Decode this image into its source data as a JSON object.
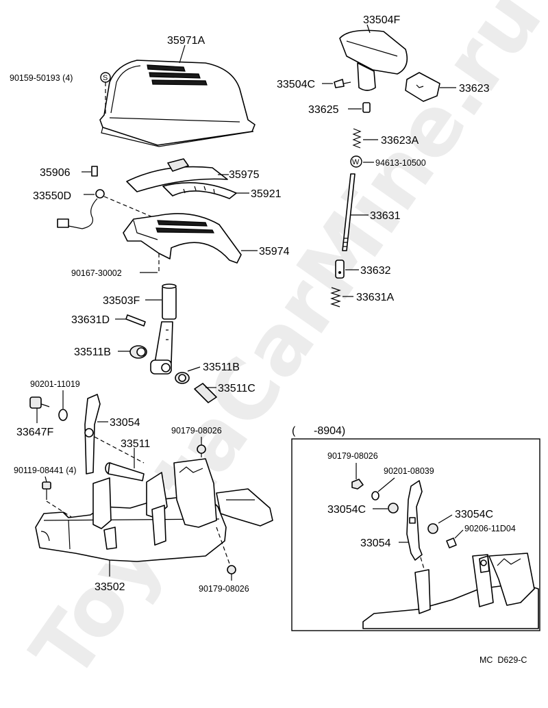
{
  "watermark": "ToyotaCarMine.ru",
  "diagram_code": "MC  D629-C",
  "inset": {
    "range_label": "(      -8904)"
  },
  "labels": {
    "p35971A": "35971A",
    "p90159": "90159-50193 (4)",
    "p35906": "35906",
    "p33550D": "33550D",
    "p35975": "35975",
    "p35921": "35921",
    "p35974": "35974",
    "p90167": "90167-30002",
    "p33503F": "33503F",
    "p33631D": "33631D",
    "p33511B_l": "33511B",
    "p33511B_r": "33511B",
    "p33511C": "33511C",
    "p90201_11019": "90201-11019",
    "p33647F": "33647F",
    "p33054": "33054",
    "p33511": "33511",
    "p90179_a": "90179-08026",
    "p90119": "90119-08441 (4)",
    "p33502": "33502",
    "p90179_b": "90179-08026",
    "p33504F": "33504F",
    "p33504C": "33504C",
    "p33623": "33623",
    "p33625": "33625",
    "p33623A": "33623A",
    "p94613": "94613-10500",
    "p33631": "33631",
    "p33632": "33632",
    "p33631A": "33631A",
    "i90179": "90179-08026",
    "i90201": "90201-08039",
    "i33054C_l": "33054C",
    "i33054C_r": "33054C",
    "i90206": "90206-11D04",
    "i33054": "33054"
  },
  "symbols": {
    "s_mark": "S",
    "w_mark": "W"
  }
}
